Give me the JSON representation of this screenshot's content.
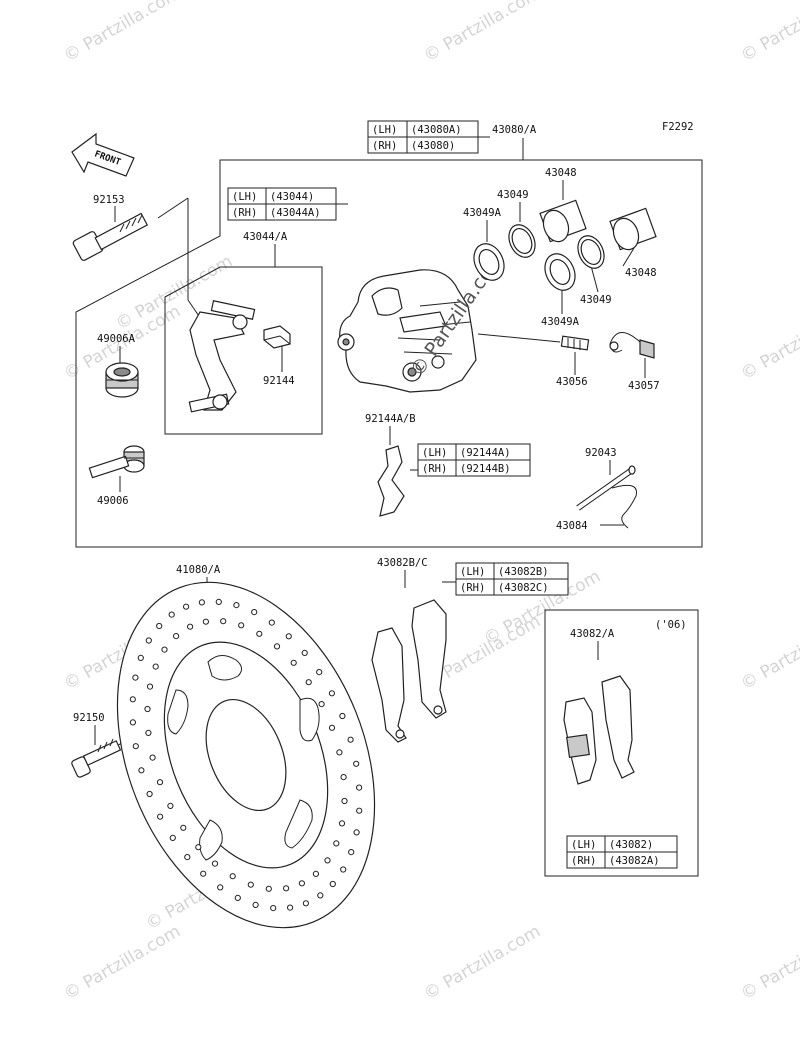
{
  "figure_code": "F2292",
  "front_arrow_label": "FRONT",
  "watermark": "© Partzilla.com",
  "parts": {
    "p43080": "43080/A",
    "p43048_top": "43048",
    "p43049_top": "43049",
    "p43049a_top": "43049A",
    "p43048_right": "43048",
    "p43049_right": "43049",
    "p43049a_right": "43049A",
    "p43056": "43056",
    "p43057": "43057",
    "p92153": "92153",
    "p43044": "43044/A",
    "p49006a": "49006A",
    "p92144": "92144",
    "p49006": "49006",
    "p92144ab": "92144A/B",
    "p92043": "92043",
    "p43084": "43084",
    "p41080": "41080/A",
    "p43082bc": "43082B/C",
    "p92150": "92150",
    "p43082a": "43082/A",
    "year_note": "('06)"
  },
  "variant_tables": {
    "caliper": [
      [
        "(LH)",
        "(43080A)"
      ],
      [
        "(RH)",
        "(43080)"
      ]
    ],
    "bracket": [
      [
        "(LH)",
        "(43044)"
      ],
      [
        "(RH)",
        "(43044A)"
      ]
    ],
    "spring": [
      [
        "(LH)",
        "(92144A)"
      ],
      [
        "(RH)",
        "(92144B)"
      ]
    ],
    "pads": [
      [
        "(LH)",
        "(43082B)"
      ],
      [
        "(RH)",
        "(43082C)"
      ]
    ],
    "pads06": [
      [
        "(LH)",
        "(43082)"
      ],
      [
        "(RH)",
        "(43082A)"
      ]
    ]
  }
}
